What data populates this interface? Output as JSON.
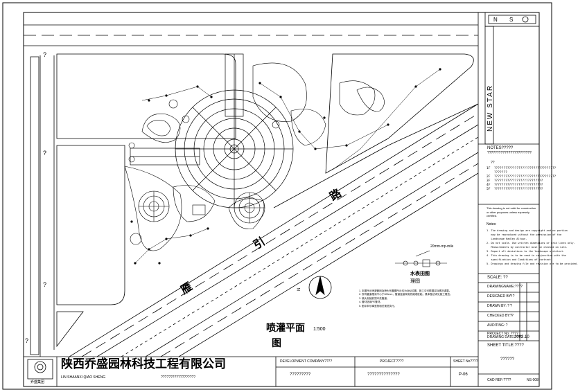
{
  "drawing": {
    "road_name": [
      "雁",
      "引",
      "路"
    ],
    "plan_title": "喷灌平面",
    "plan_title_suffix": "图",
    "scale_label": "1:500",
    "detail_title": "水表田图",
    "detail_subtitle": "理图",
    "detail_tag": "20mm-mp-mile"
  },
  "title_block": {
    "logo_text": "NEW STAR",
    "notes_header": "NOTES?????",
    "notes_subline": "???????????????????????",
    "notes_item_marker": "??",
    "notes_items": [
      "1F  ?????????????????????????????????",
      "    ???????",
      "2F  ?????????????????????????????????",
      "3F  ??????????????????????????",
      "4F  ??????????????????????????",
      "5F  ??????????????????????????"
    ],
    "statement": "This drawing is not valid for construction or other purposes unless expressly certified.",
    "notes2_header": "Notes:",
    "notes2_items": [
      "1. The drawing and design are copyright and no portion",
      "   may be reproduced without the permission of the",
      "   Landscape Hadley Altuun.",
      "2. Do not scale. Use written dimensions or grid lines only.",
      "   Measurements by contractor must be checked on site.",
      "3. Report all deviations to the landscape architect.",
      "4. This drawing is to be read in conjunction with the",
      "   specification and Conditions of contract.",
      "5. Drawings and drawing file and revision are to be provided."
    ],
    "scale_row": "SCALE: ??",
    "rows": [
      {
        "label": "DRAWINGNAME:????",
        "value": ""
      },
      {
        "label": "DESIGNED BY: ?",
        "value": "?"
      },
      {
        "label": "DRAWN BY:  ?",
        "value": "?"
      },
      {
        "label": "CHECKED BY:  ?",
        "value": "?"
      },
      {
        "label": "AUDITING:   ?",
        "value": ""
      },
      {
        "label": "PROJECT No: ????",
        "value": ""
      },
      {
        "label": "DRAWING DATE:????",
        "value": "2002.10"
      }
    ],
    "sheet_title_label": "SHEET TITLE:????",
    "sheet_title_value": "??????",
    "cad_ref": "CAD REF:????",
    "cad_ref_value": "NS-008"
  },
  "bottom_bar": {
    "company_cn": "陕西乔盛园林科技工程有限公司",
    "company_en": "LIN  SHAANXI QIAO SHENG",
    "company_en2": "??????????????????",
    "logo_caption": "乔盛集团",
    "development_label": "DEVELOPMENT COMPANY????",
    "development_value": "?????????",
    "project_label": "PROJECT????",
    "project_value": "??????????????",
    "sheet_label": "SHEET No????",
    "sheet_value": "P-06"
  },
  "legend_notes": [
    "1. 本图所示喷灌管网及喷头布置图所示均为近似位置，施工中可根据实际情况调整。",
    "2. 所有管道埋深不小于300mm，管道连接采用热熔或胶粘，具体做法详见施工规范。",
    "3. 喷头安装前须冲洗管道。",
    "4. 管材选用PE管材。",
    "5. 图中未尽事宜按相关规范执行。"
  ]
}
